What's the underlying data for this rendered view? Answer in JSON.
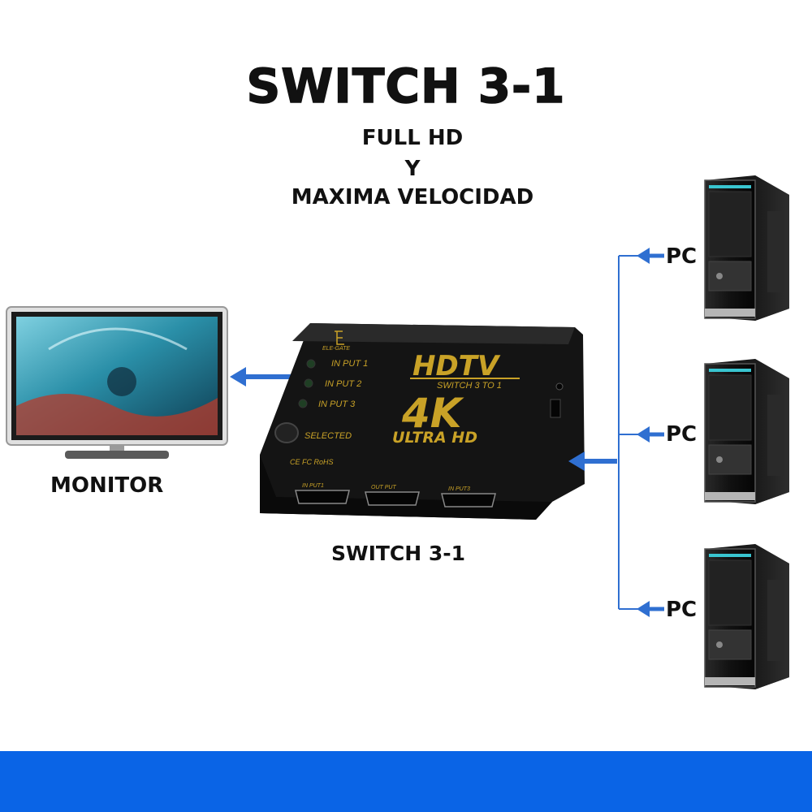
{
  "header": {
    "title": "SWITCH 3-1",
    "line1": "FULL HD",
    "line2": "Y",
    "line3": "MAXIMA VELOCIDAD"
  },
  "labels": {
    "monitor": "MONITOR",
    "switch": "SWITCH 3-1",
    "pc1": "PC",
    "pc2": "PC",
    "pc3": "PC"
  },
  "device": {
    "brand": "ELE-GATE",
    "input1": "IN PUT 1",
    "input2": "IN PUT 2",
    "input3": "IN PUT 3",
    "selected": "SELECTED",
    "hdtv": "HDTV",
    "switch_3_to_1": "SWITCH 3 TO 1",
    "fourk": "4K",
    "ultra_hd": "ULTRA HD",
    "port_in1": "IN PUT1",
    "port_out": "OUT PUT",
    "port_in3": "IN PUT3",
    "certs": "CE FC RoHS"
  },
  "colors": {
    "arrow": "#2f6fd1",
    "bottom_bar": "#0a64e6",
    "device_gold": "#c9a227",
    "device_body": "#151515"
  }
}
